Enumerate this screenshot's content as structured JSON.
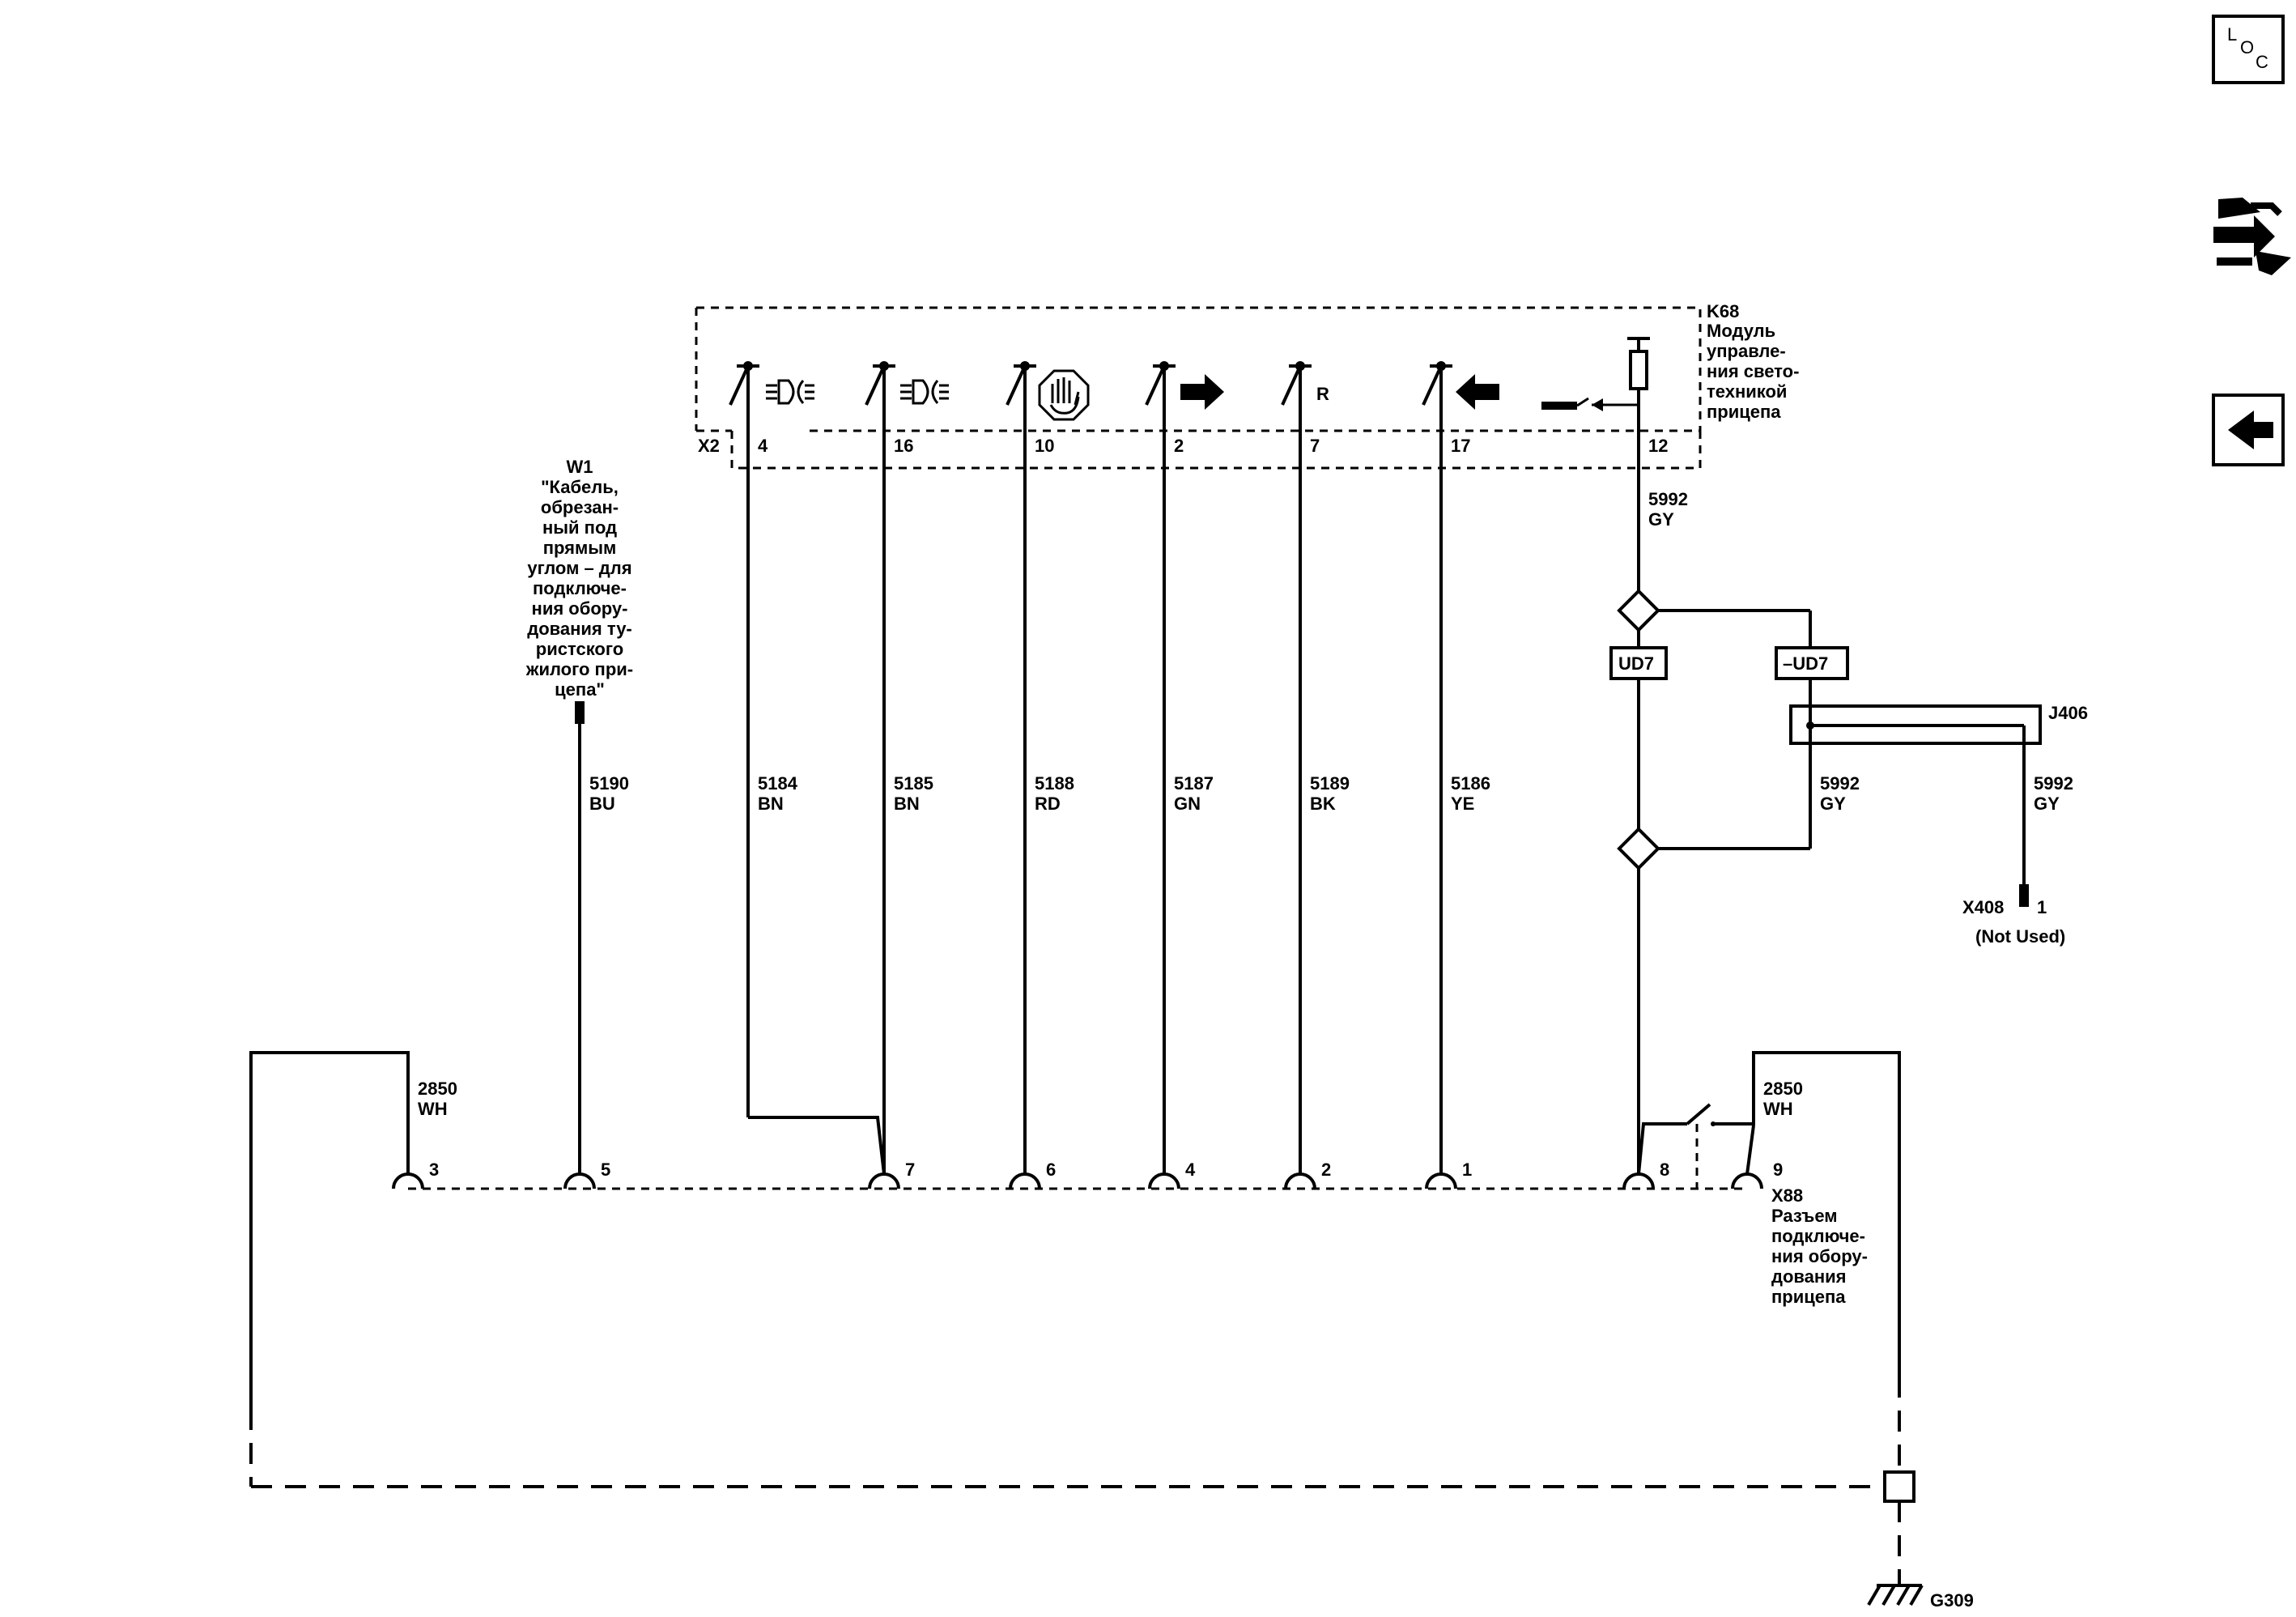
{
  "nav": {
    "loc_l": "L",
    "loc_o": "O",
    "loc_c": "C",
    "connector_icon": "connector-tool-icon",
    "back_icon": "back-arrow-icon"
  },
  "module": {
    "ref": "K68",
    "name": [
      "Модуль",
      "управле-",
      "ния свето-",
      "техникой",
      "прицепа"
    ],
    "connector": "X2",
    "reverse_symbol": "R",
    "pins": [
      {
        "pin": "4",
        "icon": "tail-light-icon"
      },
      {
        "pin": "16",
        "icon": "tail-light-icon"
      },
      {
        "pin": "10",
        "icon": "brake-hand-icon"
      },
      {
        "pin": "2",
        "icon": "right-turn-arrow-icon"
      },
      {
        "pin": "7",
        "icon": "reverse-R-icon"
      },
      {
        "pin": "17",
        "icon": "left-turn-arrow-icon"
      },
      {
        "pin": "12",
        "icon": "resistor-ground-icon"
      }
    ]
  },
  "w1": {
    "ref": "W1",
    "desc": [
      "\"Кабель,",
      "обрезан-",
      "ный под",
      "прямым",
      "углом – для",
      "подключе-",
      "ния обору-",
      "дования ту-",
      "ристского",
      "жилого при-",
      "цепа\""
    ]
  },
  "wires": [
    {
      "circuit": "5190",
      "color": "BU"
    },
    {
      "circuit": "5184",
      "color": "BN"
    },
    {
      "circuit": "5185",
      "color": "BN"
    },
    {
      "circuit": "5188",
      "color": "RD"
    },
    {
      "circuit": "5187",
      "color": "GN"
    },
    {
      "circuit": "5189",
      "color": "BK"
    },
    {
      "circuit": "5186",
      "color": "YE"
    }
  ],
  "gy_top": {
    "circuit": "5992",
    "color": "GY"
  },
  "gy_mid": {
    "circuit": "5992",
    "color": "GY"
  },
  "gy_right": {
    "circuit": "5992",
    "color": "GY"
  },
  "ud7": "UD7",
  "not_ud7": "–UD7",
  "j406": "J406",
  "x408": {
    "ref": "X408",
    "pin": "1",
    "note": "(Not Used)"
  },
  "wh_left": {
    "circuit": "2850",
    "color": "WH"
  },
  "wh_right": {
    "circuit": "2850",
    "color": "WH"
  },
  "x88": {
    "pins": [
      "3",
      "5",
      "7",
      "6",
      "4",
      "2",
      "1",
      "8",
      "9"
    ],
    "ref": "X88",
    "name": [
      "Разъем",
      "подключе-",
      "ния обору-",
      "дования",
      "прицепа"
    ]
  },
  "ground": "G309"
}
